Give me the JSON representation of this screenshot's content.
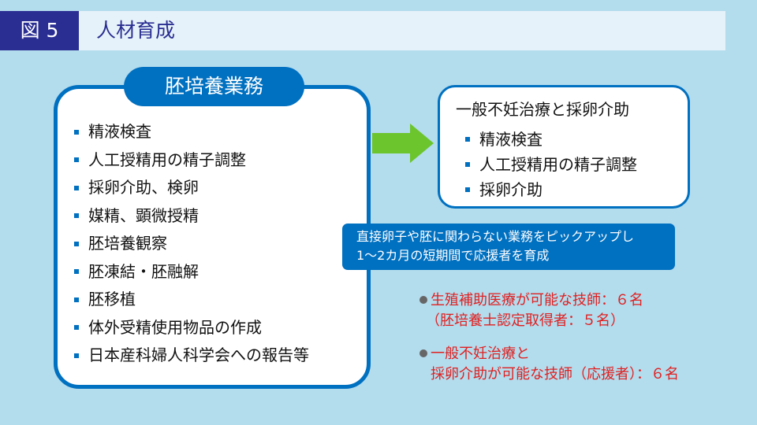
{
  "header": {
    "figure_label": "図 5",
    "title": "人材育成"
  },
  "left_box": {
    "title": "胚培養業務",
    "items": [
      "精液検査",
      "人工授精用の精子調整",
      "採卵介助、検卵",
      "媒精、顕微授精",
      "胚培養観察",
      "胚凍結・胚融解",
      "胚移植",
      "体外受精使用物品の作成",
      "日本産科婦人科学会への報告等"
    ]
  },
  "right_box": {
    "title": "一般不妊治療と採卵介助",
    "items": [
      "精液検査",
      "人工授精用の精子調整",
      "採卵介助"
    ]
  },
  "note": {
    "line1": "直接卵子や胚に関わらない業務をピックアップし",
    "line2": "1〜2カ月の短期間で応援者を育成"
  },
  "staff": [
    {
      "line1": "生殖補助医療が可能な技師：６名",
      "line2": "（胚培養士認定取得者：５名）"
    },
    {
      "line1": "一般不妊治療と",
      "line2": "採卵介助が可能な技師（応援者）：６名"
    }
  ],
  "colors": {
    "accent": "#0070c0",
    "navy": "#2a2e92",
    "arrow": "#6cc52c",
    "red": "#e02020"
  }
}
